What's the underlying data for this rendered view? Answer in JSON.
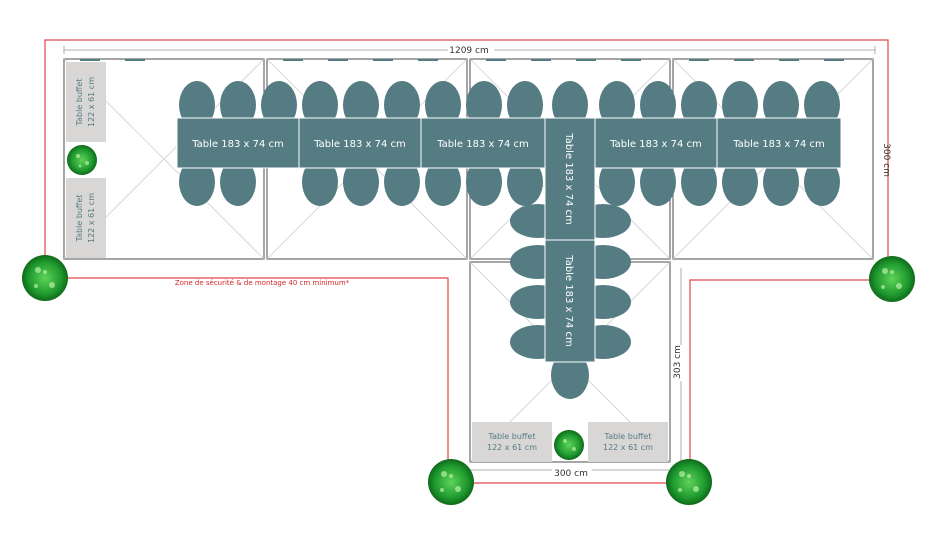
{
  "dimensions": {
    "total_width": "1209 cm",
    "right_height": "300 cm",
    "lower_height": "303 cm",
    "lower_width": "300 cm"
  },
  "safety_zone_note": "Zone de sécurité & de montage 40 cm minimum*",
  "table_label": "Table 183 x 74 cm",
  "buffet": {
    "title": "Table buffet",
    "size": "122 x 61 cm"
  },
  "colors": {
    "table": "#557c83",
    "buffet": "#d9d6d6",
    "safety_line": "#e04848",
    "tent_outline": "#6a6a6a",
    "plant": "#1f9a2e"
  },
  "icons": [
    "plant-icon"
  ]
}
